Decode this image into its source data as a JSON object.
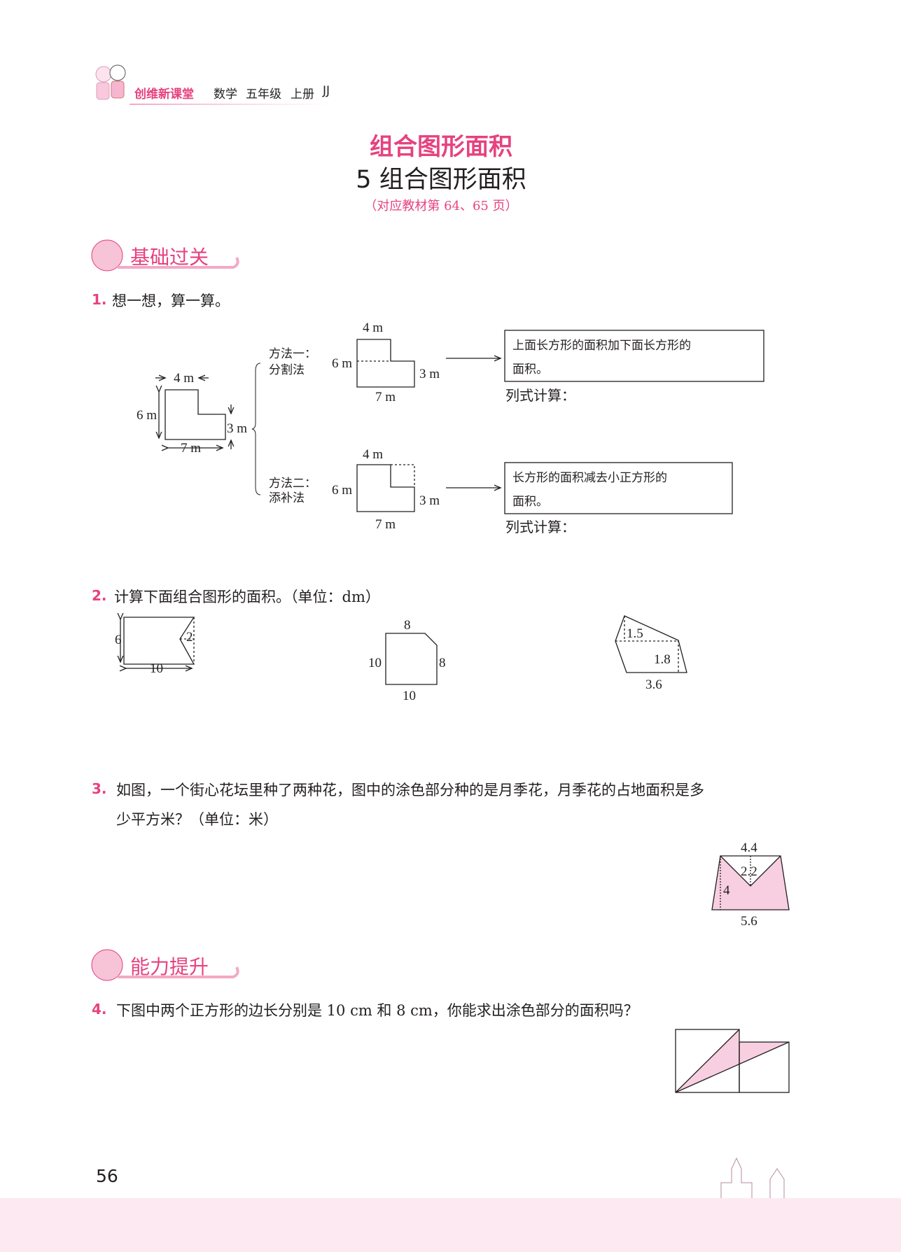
{
  "header": {
    "brand": "创维新课堂",
    "subject": "数学",
    "grade": "五年级",
    "volume": "上册",
    "edition": "JJ"
  },
  "unit_title": "组合图形面积",
  "lesson_title": "5  组合图形面积",
  "reference": "（对应教材第 64、65 页）",
  "colors": {
    "accent": "#e6427f",
    "shade": "#f7cfe0",
    "band": "#fce9f1"
  },
  "sections": [
    {
      "title": "基础过关"
    },
    {
      "title": "能力提升"
    }
  ],
  "questions": {
    "q1": {
      "num": "1.",
      "text": "想一想，算一算。",
      "main": {
        "top": "4 m",
        "left": "6 m",
        "right": "3 m",
        "bottom": "7 m"
      },
      "method1": {
        "label": "方法一：",
        "name": "分割法",
        "top": "4 m",
        "left": "6 m",
        "right": "3 m",
        "bottom": "7 m",
        "desc1": "上面长方形的面积加下面长方形的",
        "desc2": "面积。",
        "calc": "列式计算："
      },
      "method2": {
        "label": "方法二：",
        "name": "添补法",
        "top": "4 m",
        "left": "6 m",
        "right": "3 m",
        "bottom": "7 m",
        "desc1": "长方形的面积减去小正方形的",
        "desc2": "面积。",
        "calc": "列式计算："
      }
    },
    "q2": {
      "num": "2.",
      "text": "计算下面组合图形的面积。（单位：dm）",
      "fig_a": {
        "height": "6",
        "notch": "2",
        "width": "10"
      },
      "fig_b": {
        "top": "8",
        "left": "10",
        "right": "8",
        "bottom": "10"
      },
      "fig_c": {
        "h1": "1.5",
        "h2": "1.8",
        "base": "3.6"
      }
    },
    "q3": {
      "num": "3.",
      "line1": "如图，一个街心花坛里种了两种花，图中的涂色部分种的是月季花，月季花的占地面积是多",
      "line2": "少平方米？（单位：米）",
      "fig": {
        "top": "4.4",
        "notch": "2.2",
        "height": "4",
        "bottom": "5.6"
      }
    },
    "q4": {
      "num": "4.",
      "text": "下图中两个正方形的边长分别是 10 cm 和 8 cm，你能求出涂色部分的面积吗？"
    }
  },
  "page_number": "56"
}
